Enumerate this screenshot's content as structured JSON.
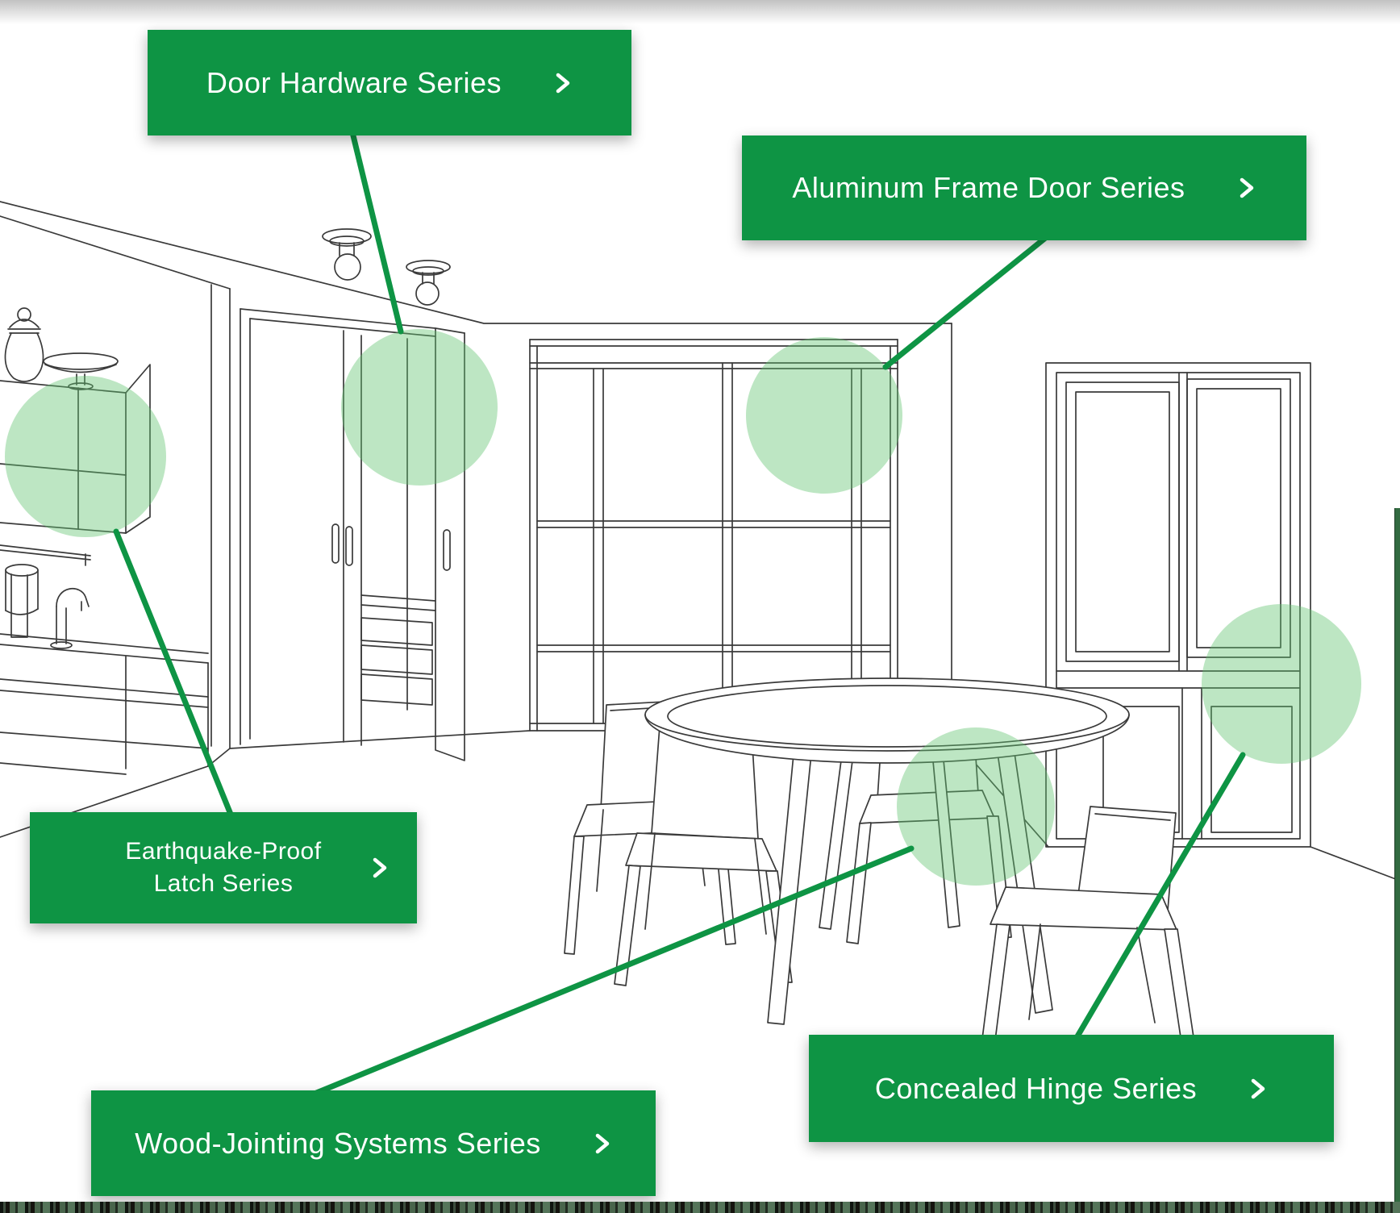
{
  "colors": {
    "accent_green": "#0e9444",
    "highlight_circle_green": "rgba(98,195,112,0.42)",
    "line_art_gray": "#3a3a3a",
    "button_text": "#ffffff"
  },
  "buttons": {
    "door_hardware": {
      "label": "Door Hardware Series",
      "icon": "chevron-right"
    },
    "aluminum_frame": {
      "label": "Aluminum Frame Door Series",
      "icon": "chevron-right"
    },
    "earthquake_latch": {
      "line1": "Earthquake-Proof",
      "line2": "Latch Series",
      "icon": "chevron-right"
    },
    "wood_jointing": {
      "label": "Wood-Jointing Systems Series",
      "icon": "chevron-right"
    },
    "concealed_hinge": {
      "label": "Concealed Hinge Series",
      "icon": "chevron-right"
    }
  }
}
